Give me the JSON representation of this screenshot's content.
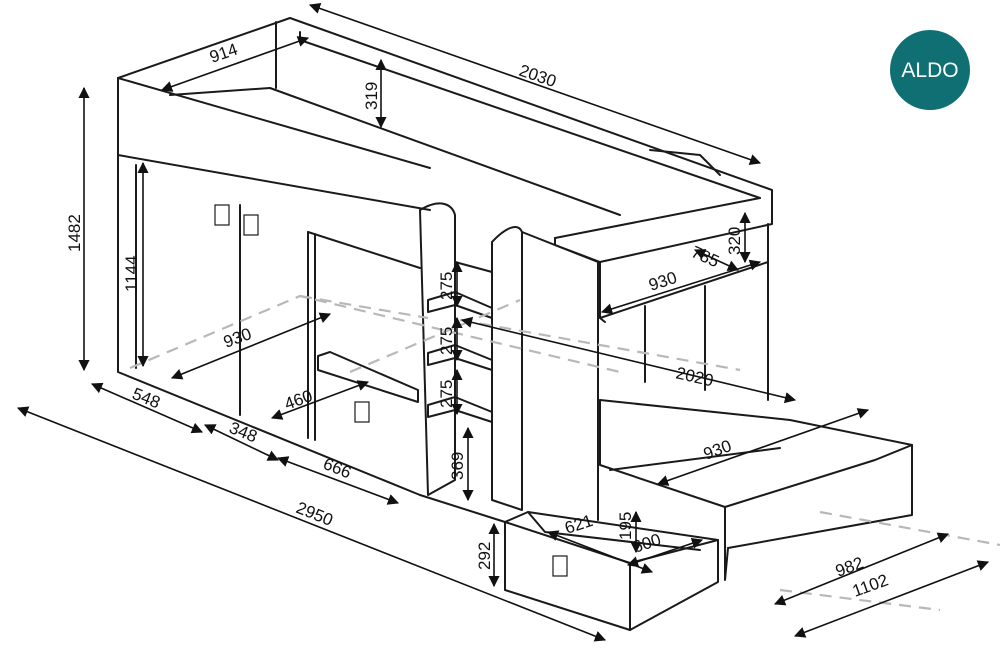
{
  "brand": {
    "logo_text": "ALDO",
    "color": "#0f6f72"
  },
  "dimensions": {
    "top_width": "914",
    "total_length": "2030",
    "rail_height": "319",
    "total_height": "1482",
    "wardrobe_height": "1144",
    "wardrobe_depth": "930",
    "w548": "548",
    "w348": "348",
    "w666": "666",
    "d460": "460",
    "overall_length": "2950",
    "step1": "275",
    "step2": "275",
    "step3": "275",
    "bottom_step": "369",
    "shelf_height": "320",
    "shelf_785": "785",
    "shelf_930": "930",
    "lower_bed_length": "2020",
    "lower_bed_width": "930",
    "drawer_height": "292",
    "drawer_621": "621",
    "drawer_195": "195",
    "drawer_600": "600",
    "lower_982": "982",
    "lower_1102": "1102"
  }
}
